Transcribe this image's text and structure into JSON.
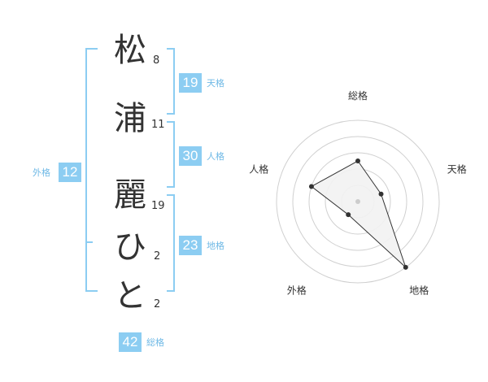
{
  "name": {
    "chars": [
      {
        "char": "松",
        "strokes": "8"
      },
      {
        "char": "浦",
        "strokes": "11"
      },
      {
        "char": "麗",
        "strokes": "19"
      },
      {
        "char": "ひ",
        "strokes": "2"
      },
      {
        "char": "と",
        "strokes": "2"
      }
    ]
  },
  "fortune": {
    "tenkaku": {
      "value": "19",
      "label": "天格"
    },
    "jinkaku": {
      "value": "30",
      "label": "人格"
    },
    "chikaku": {
      "value": "23",
      "label": "地格"
    },
    "gaikaku": {
      "value": "12",
      "label": "外格"
    },
    "soukaku": {
      "value": "42",
      "label": "総格"
    }
  },
  "radar": {
    "labels": [
      "総格",
      "天格",
      "地格",
      "外格",
      "人格"
    ],
    "values": [
      0.5,
      0.3,
      1.0,
      0.2,
      0.6
    ],
    "colors": {
      "ring": "#d0d0d0",
      "fill": "#f2f2f2",
      "line": "#333333",
      "center": "#cccccc"
    }
  },
  "colors": {
    "bracket": "#8ccdf2",
    "badge": "#8ccdf2"
  }
}
